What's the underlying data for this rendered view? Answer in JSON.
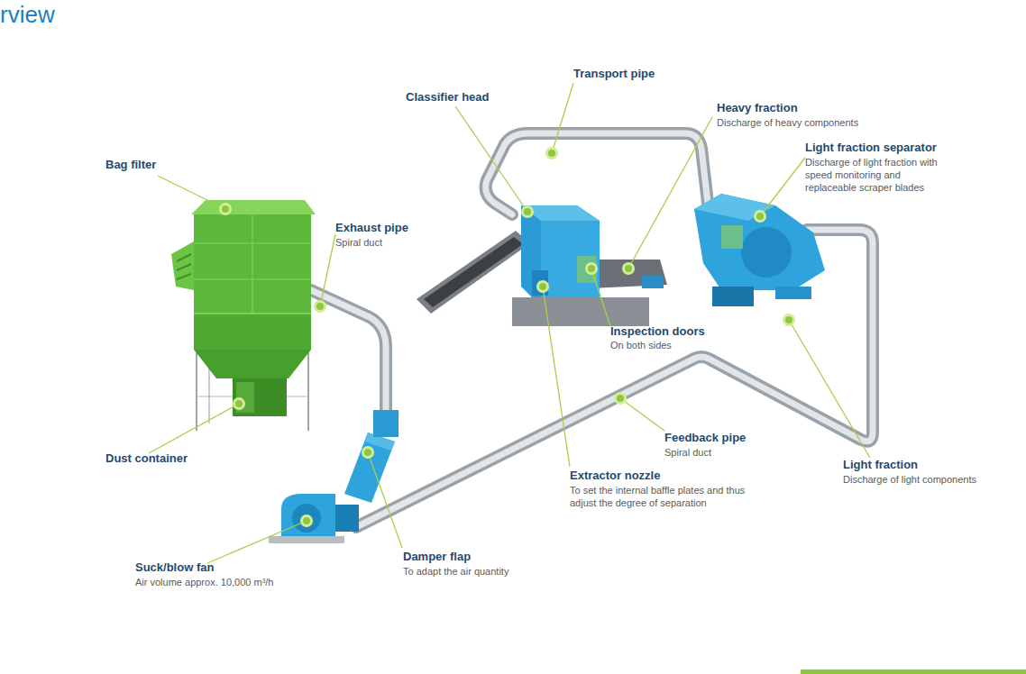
{
  "diagram": {
    "title": "rview",
    "labels": [
      "Bag filter",
      "Exhaust pipe",
      "Spiral duct",
      "Dust container",
      "Classifier head",
      "Transport pipe",
      "Heavy fraction",
      "Discharge of heavy components",
      "Light fraction separator",
      "Discharge of light fraction with speed monitoring and replaceable scraper blades",
      "Inspection doors",
      "On both sides",
      "Feedback pipe",
      "Spiral duct",
      "Extractor nozzle",
      "To set the internal baffle plates and thus adjust the degree of separation",
      "Light fraction",
      "Discharge of light components",
      "Suck/blow fan",
      "Air volume approx. 10,000 m³/h",
      "Damper flap",
      "To adapt the air quantity"
    ]
  }
}
